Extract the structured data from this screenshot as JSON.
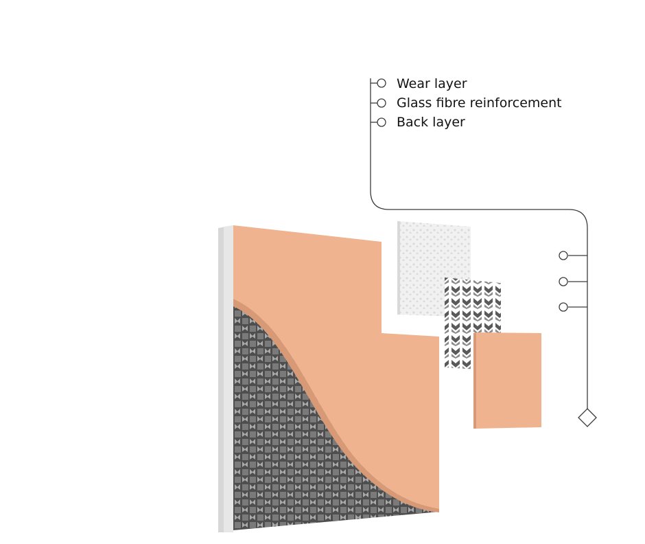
{
  "legend": {
    "items": [
      {
        "label": "Wear layer"
      },
      {
        "label": "Glass fibre reinforcement"
      },
      {
        "label": "Back layer"
      }
    ]
  },
  "colors": {
    "wear_layer": "#efb38f",
    "wear_layer_edge": "#d89a76",
    "fibre": "#6e6e6e",
    "fibre_light": "#b8b8b8",
    "back_layer": "#ececec",
    "back_layer_edge": "#d9d9d9",
    "connector_line": "#3a3a3a"
  },
  "icons": {
    "legend_marker": "circle-marker-icon",
    "connector_end": "diamond-icon"
  }
}
